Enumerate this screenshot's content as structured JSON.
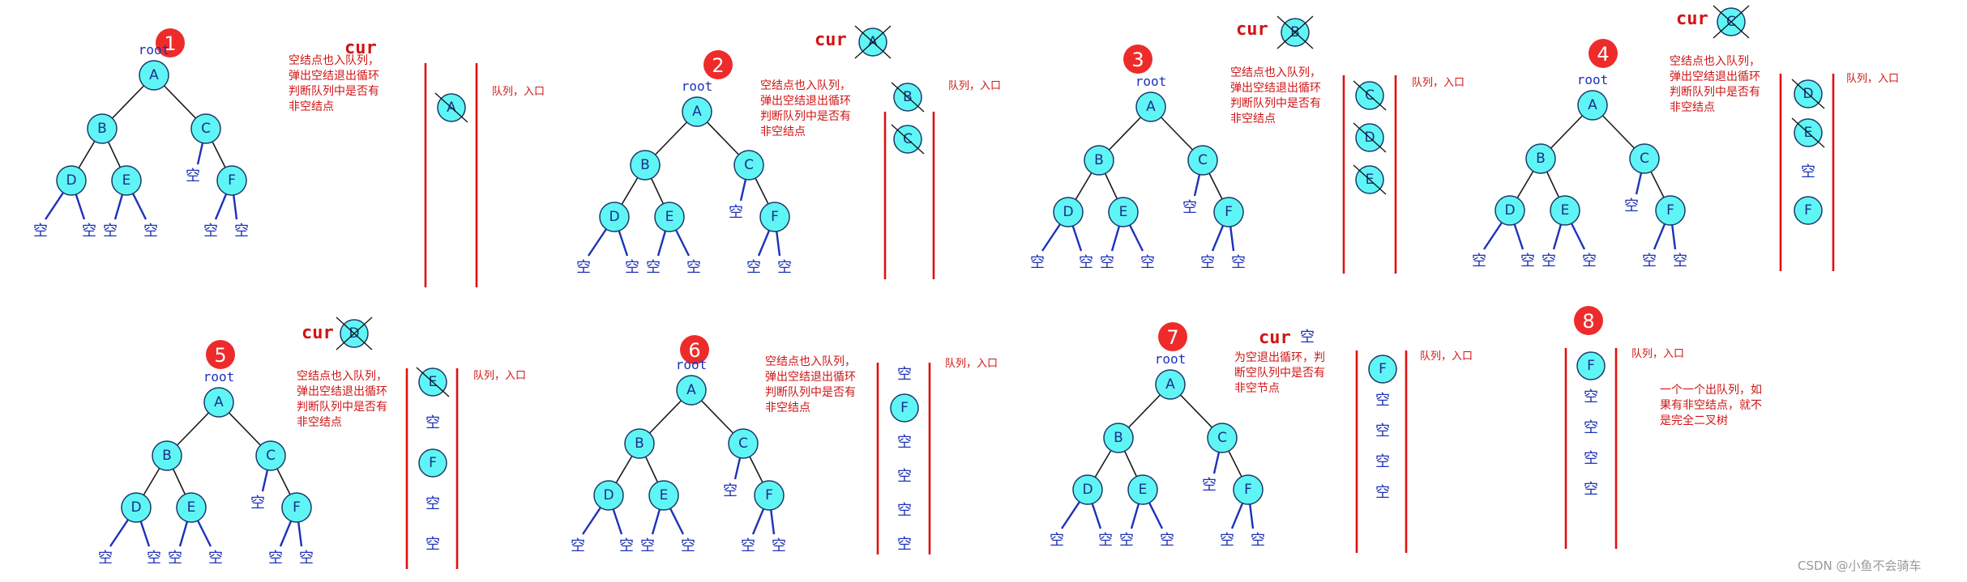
{
  "texts": {
    "root": "root",
    "cur": "cur",
    "null": "空",
    "queue_entry": "队列，入口",
    "note_lines": [
      "空结点也入队列，",
      "弹出空结退出循环",
      "判断队列中是否有",
      "非空结点"
    ],
    "note7_lines": [
      "为空退出循环，判",
      "断空队列中是否有",
      "非空节点"
    ],
    "final_lines": [
      "一个一个出队列，如",
      "果有非空结点，就不",
      "是完全二叉树"
    ],
    "watermark": "CSDN @小鱼不会骑车"
  },
  "tree": {
    "nodes": [
      "A",
      "B",
      "C",
      "D",
      "E",
      "F"
    ],
    "edges": [
      [
        "A",
        "B"
      ],
      [
        "A",
        "C"
      ],
      [
        "B",
        "D"
      ],
      [
        "B",
        "E"
      ],
      [
        "C",
        "F"
      ]
    ]
  },
  "panels": [
    {
      "step": "1",
      "cur": "",
      "queue": [
        {
          "t": "A",
          "n": true,
          "x": true
        }
      ],
      "note": "note"
    },
    {
      "step": "2",
      "cur": "A",
      "cur_crossed": true,
      "queue": [
        {
          "t": "B",
          "n": true,
          "x": true
        },
        {
          "t": "C",
          "n": true,
          "x": true
        }
      ],
      "note": "note"
    },
    {
      "step": "3",
      "cur": "B",
      "cur_crossed": true,
      "queue": [
        {
          "t": "C",
          "n": true,
          "x": true
        },
        {
          "t": "D",
          "n": true,
          "x": true
        },
        {
          "t": "E",
          "n": true,
          "x": true
        }
      ],
      "note": "note"
    },
    {
      "step": "4",
      "cur": "C",
      "cur_crossed": true,
      "queue": [
        {
          "t": "D",
          "n": true,
          "x": true
        },
        {
          "t": "E",
          "n": true,
          "x": true
        },
        {
          "t": "空",
          "n": false
        },
        {
          "t": "F",
          "n": true,
          "x": false
        }
      ],
      "note": "note"
    },
    {
      "step": "5",
      "cur": "D",
      "cur_crossed": true,
      "queue": [
        {
          "t": "E",
          "n": true,
          "x": true
        },
        {
          "t": "空",
          "n": false
        },
        {
          "t": "F",
          "n": true,
          "x": false
        },
        {
          "t": "空",
          "n": false
        },
        {
          "t": "空",
          "n": false
        }
      ],
      "note": "note"
    },
    {
      "step": "6",
      "cur": "",
      "queue": [
        {
          "t": "空",
          "n": false
        },
        {
          "t": "F",
          "n": true,
          "x": false
        },
        {
          "t": "空",
          "n": false
        },
        {
          "t": "空",
          "n": false
        },
        {
          "t": "空",
          "n": false
        },
        {
          "t": "空",
          "n": false
        }
      ],
      "note": "note"
    },
    {
      "step": "7",
      "cur": "空",
      "cur_crossed": false,
      "queue": [
        {
          "t": "F",
          "n": true,
          "x": false
        },
        {
          "t": "空",
          "n": false
        },
        {
          "t": "空",
          "n": false
        },
        {
          "t": "空",
          "n": false
        },
        {
          "t": "空",
          "n": false
        }
      ],
      "note": "note7"
    },
    {
      "step": "8",
      "cur": "",
      "queue": [
        {
          "t": "F",
          "n": true,
          "x": false
        },
        {
          "t": "空",
          "n": false
        },
        {
          "t": "空",
          "n": false
        },
        {
          "t": "空",
          "n": false
        },
        {
          "t": "空",
          "n": false
        }
      ],
      "note": "final"
    }
  ],
  "colors": {
    "node_fill": "#5ff5f5",
    "null_blue": "#1d32b8",
    "annotation_red": "#d11414",
    "badge_red": "#ee2b2b"
  }
}
